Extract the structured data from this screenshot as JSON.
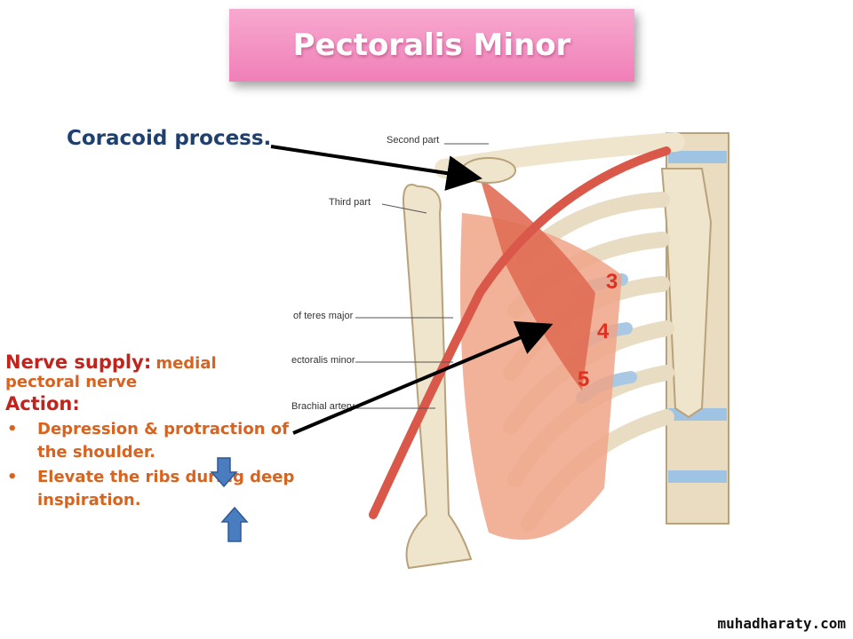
{
  "title": "Pectoralis Minor",
  "labels": {
    "coracoid": "Coracoid process.",
    "figure_second_part": "Second part",
    "figure_third_part": "Third part",
    "figure_teres_major": "of teres major",
    "figure_pectoralis_minor": "ectoralis minor",
    "figure_brachial_artery": "Brachial artery",
    "rib_3": "3",
    "rib_4": "4",
    "rib_5": "5"
  },
  "nerve": {
    "title": "Nerve supply:",
    "body_inline": "medial",
    "body_line2": "pectoral nerve"
  },
  "action": {
    "title": "Action:",
    "items": [
      {
        "text": "Depression & protraction of the shoulder.",
        "icon": "down-arrow-icon"
      },
      {
        "text": "Elevate the ribs during deep inspiration.",
        "icon": "up-arrow-icon"
      }
    ]
  },
  "watermark": "muhadharaty.com",
  "colors": {
    "title_bg": "#f07fb8",
    "heading_red": "#c0241c",
    "text_orange": "#d9631e",
    "coracoid_blue": "#1f3f6e",
    "arrow_blue": "#4a7cc0"
  }
}
